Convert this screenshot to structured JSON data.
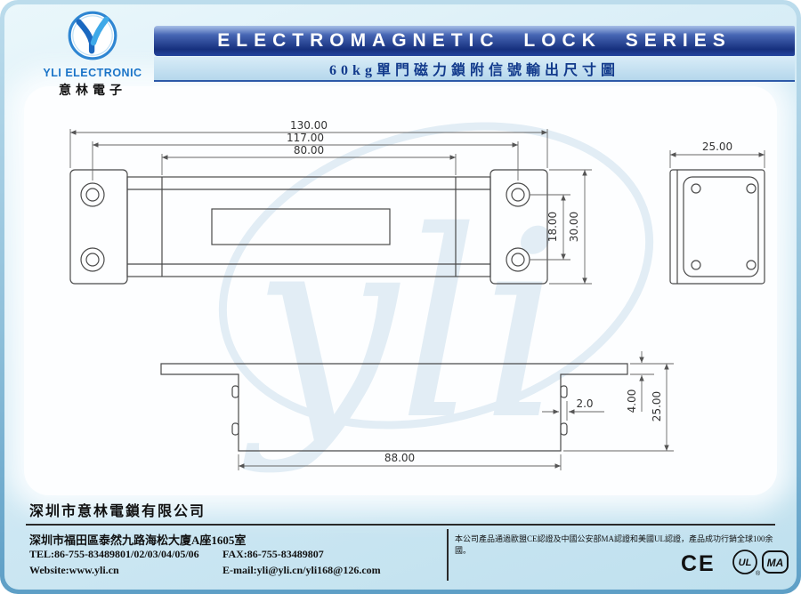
{
  "colors": {
    "banner_blue": "#16307e",
    "banner_blue_light": "#8fa9da",
    "page_blue": "#cfe9f4",
    "logo_blue": "#1b74c8",
    "drawing_line": "#4a4a4a"
  },
  "logo": {
    "company_en": "YLI ELECTRONIC",
    "company_cn": "意林電子"
  },
  "header": {
    "title": "ELECTROMAGNETIC LOCK SERIES",
    "subtitle": "60kg單門磁力鎖附信號輸出尺寸圖"
  },
  "drawings": {
    "watermark": "yli",
    "front_view": {
      "dim_overall_width": "130.00",
      "dim_hole_span": "117.00",
      "dim_body_width": "80.00",
      "dim_hole_pitch": "18.00",
      "dim_plate_height": "30.00"
    },
    "side_view": {
      "dim_width": "25.00"
    },
    "bottom_view": {
      "dim_body_width": "88.00",
      "dim_tab_thickness": "2.0",
      "dim_flange_thickness": "4.00",
      "dim_total_height": "25.00"
    }
  },
  "footer": {
    "company_name": "深圳市意林電鎖有限公司",
    "address": "深圳市福田區泰然九路海松大廈A座1605室",
    "tel": "TEL:86-755-83489801/02/03/04/05/06",
    "fax": "FAX:86-755-83489807",
    "website": "Website:www.yli.cn",
    "email": "E-mail:yli@yli.cn/yli168@126.com",
    "cert_note": "本公司產品通過歐盟CE認證及中國公安部MA認證和美國UL認證，產品成功行銷全球100余國。",
    "certs": {
      "ce": "CE",
      "ul": "UL",
      "ma": "MA"
    }
  }
}
